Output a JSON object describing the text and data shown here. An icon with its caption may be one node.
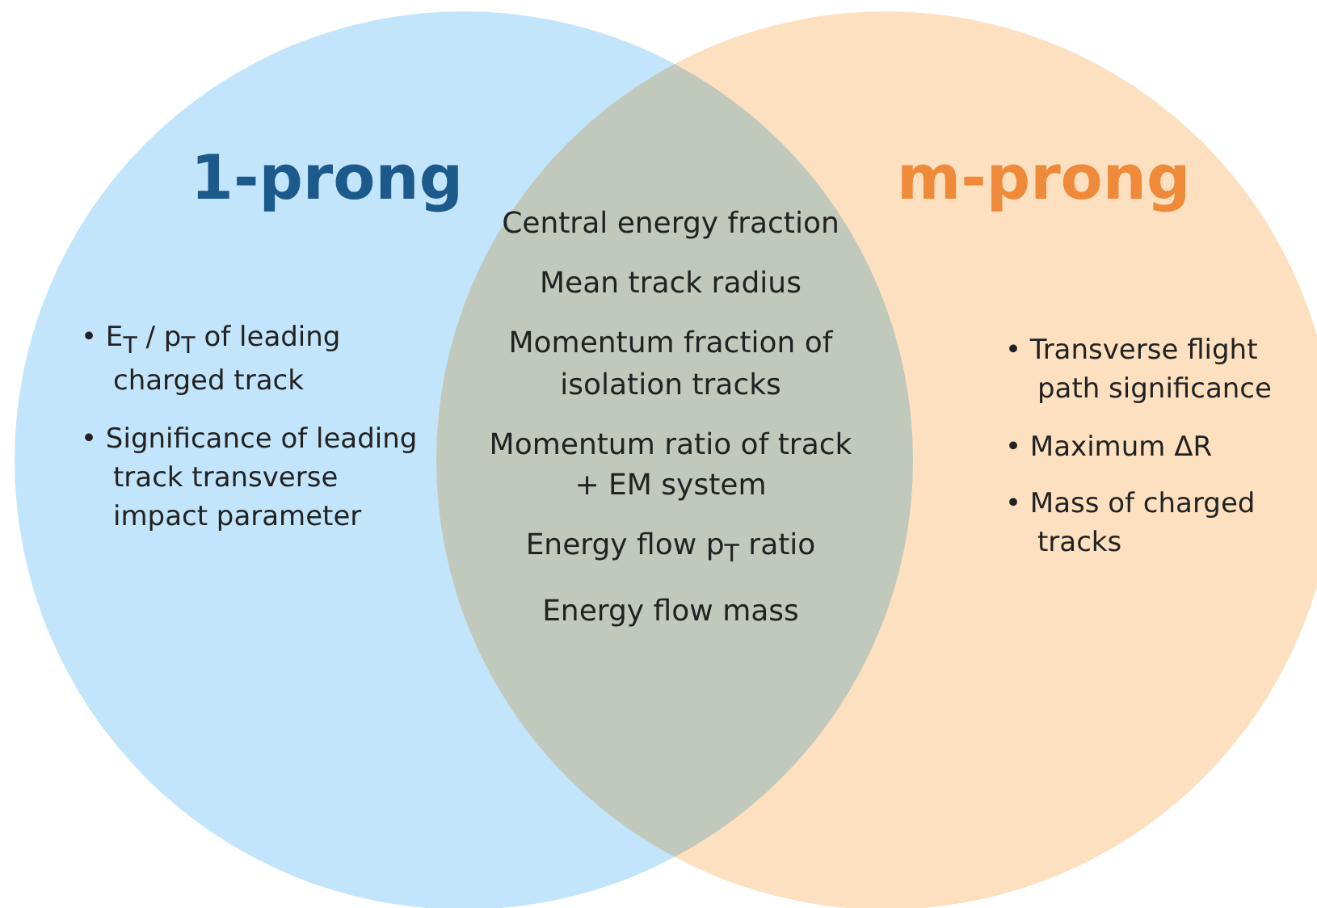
{
  "diagram": {
    "nodes": [
      {
        "text": [
          "1-prong",
          "• E$_{T}$ / p$_{T}$ of leading charged track",
          "• Significance of leading track transverse impact parameter"
        ]
      },
      {
        "text": [
          "m-prong",
          "• Transverse flight path significance",
          "• Maximum ΔR",
          "• Mass of charged tracks"
        ]
      }
    ],
    "labels": [
      "Central energy fraction",
      "Mean track radius",
      "Momentum fraction of isolation tracks",
      "Momentum ratio of track + EM system",
      "Energy flow p$_{T}$ ratio",
      "Energy flow mass"
    ]
  }
}
